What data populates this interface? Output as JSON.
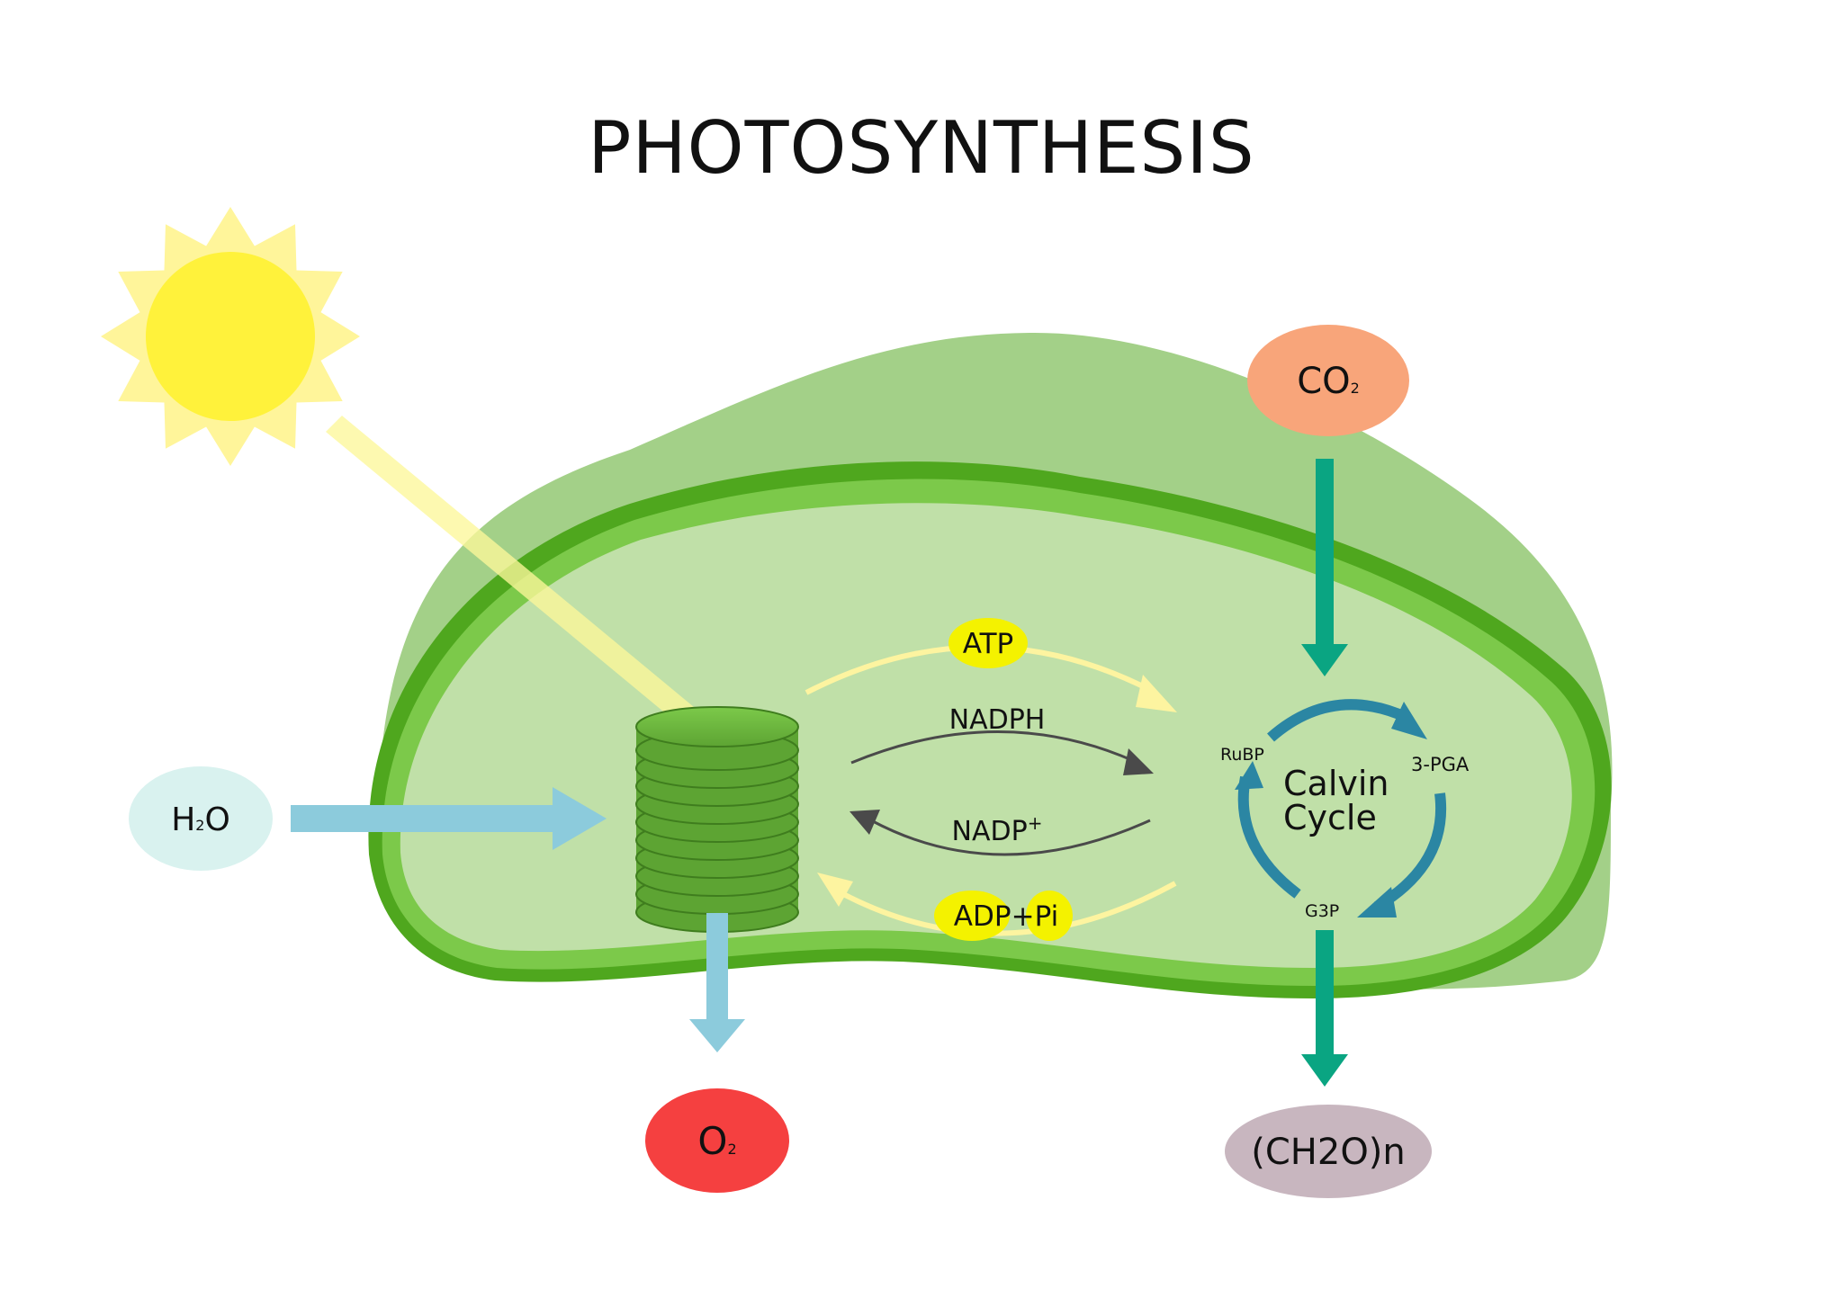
{
  "title": "PHOTOSYNTHESIS",
  "inputs": {
    "co2": {
      "base": "CO",
      "sub": "2"
    },
    "h2o": {
      "pre": "H",
      "sub": "2",
      "post": "O"
    }
  },
  "outputs": {
    "o2": {
      "base": "O",
      "sub": "2"
    },
    "sugar": {
      "pre": "(CH",
      "mid": "2",
      "post": "O)n"
    }
  },
  "light_reactions": {
    "atp": "ATP",
    "nadph": "NADPH",
    "nadp": {
      "base": "NADP",
      "sup": "+"
    },
    "adp_pi": {
      "adp": "ADP",
      "plus": "+",
      "pi": "Pi"
    }
  },
  "calvin_cycle": {
    "title_line1": "Calvin",
    "title_line2": "Cycle",
    "rubp": "RuBP",
    "pga": "3-PGA",
    "g3p": "G3P"
  },
  "colors": {
    "sun": "#fff23b",
    "sun_rays": "#fff59a",
    "outer_leaf": "#a3d088",
    "membrane": "#4fa71e",
    "membrane_inner": "#7cc94a",
    "stroma": "#c0e0a8",
    "thylakoid": "#5da433",
    "co2": "#f8a57a",
    "h2o": "#d9f2ef",
    "o2": "#f54040",
    "sugar": "#c8b6bf",
    "water_arrow": "#8ccbdc",
    "co2_arrow": "#0aa582",
    "cycle_arrow": "#2b86a3",
    "highlight": "#f4f200"
  }
}
